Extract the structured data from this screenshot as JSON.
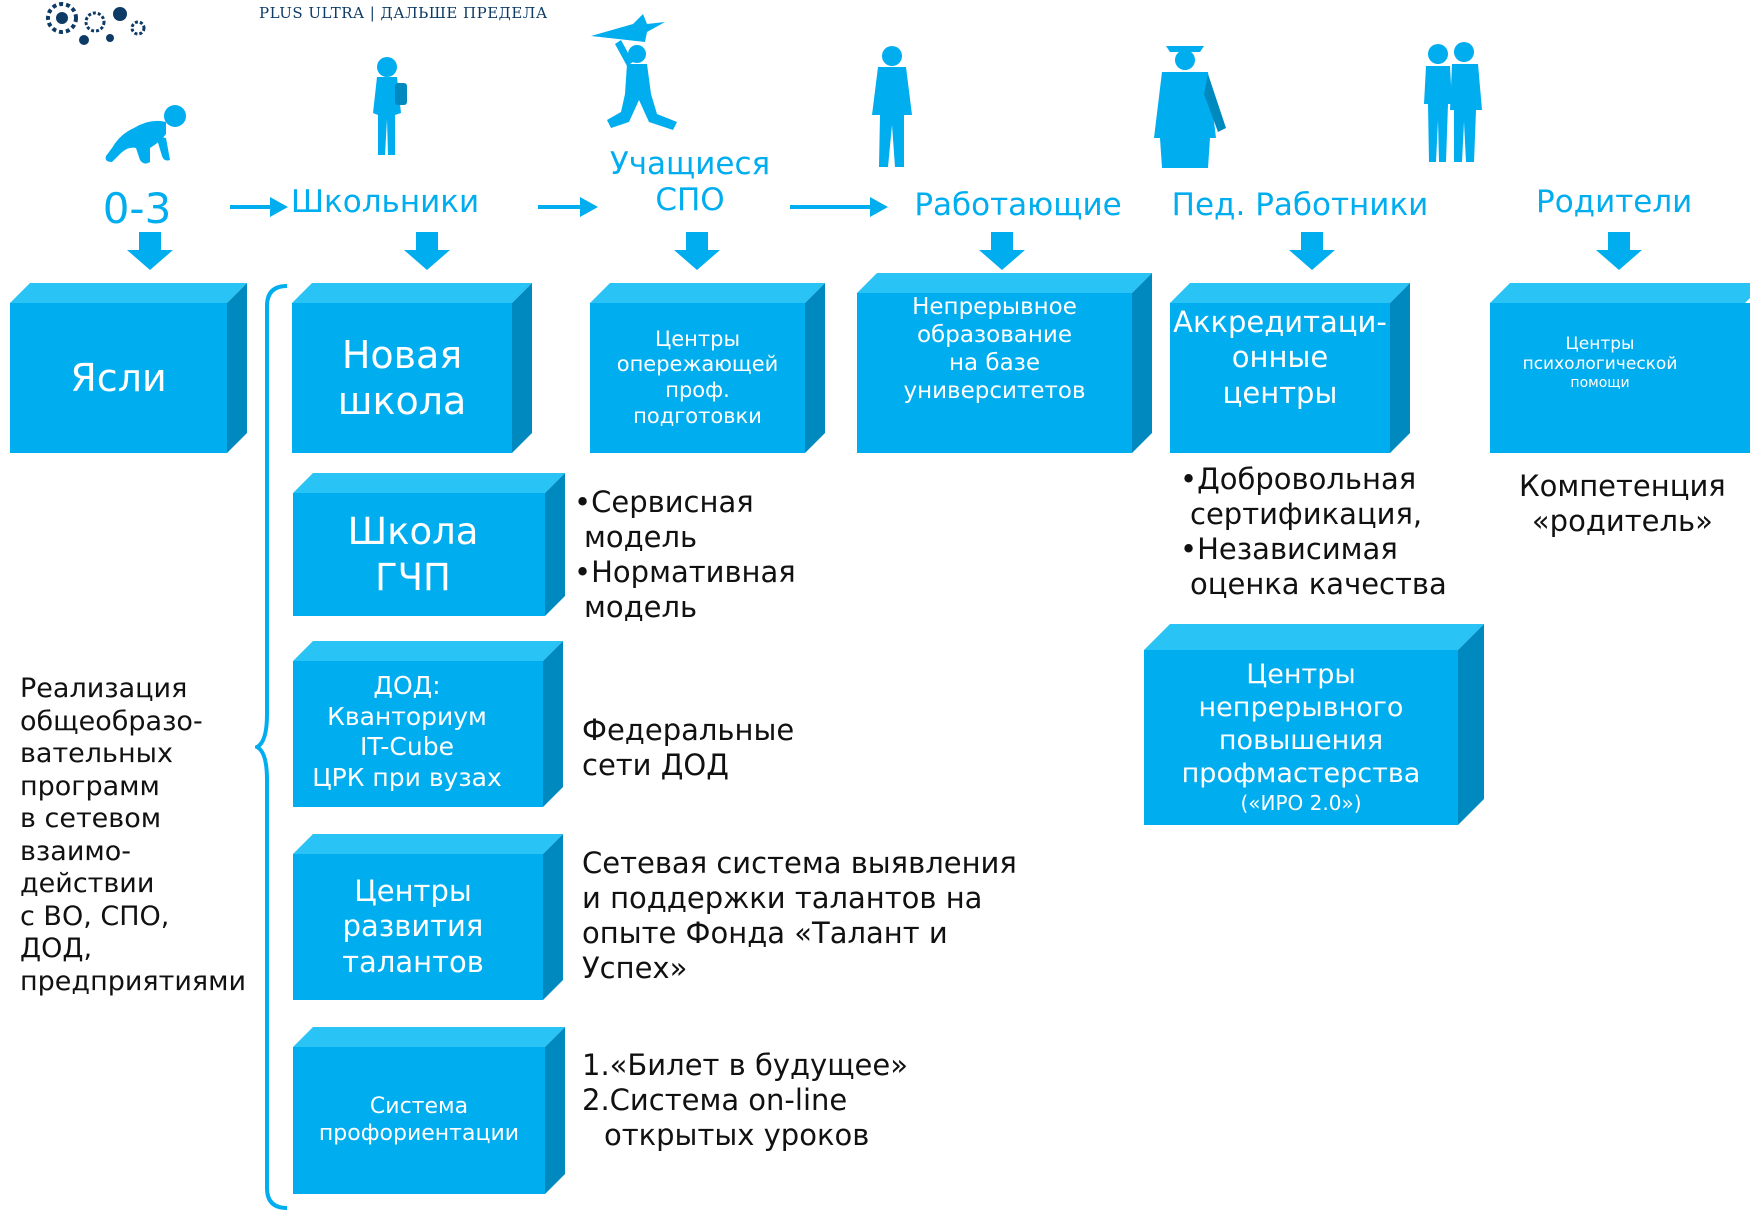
{
  "header": {
    "tagline": "PLUS ULTRA | ДАЛЬШЕ ПРЕДЕЛА"
  },
  "colors": {
    "accent": "#00adef",
    "box_front": "#00adef",
    "box_top": "#2ac3f5",
    "box_side": "#0089bf",
    "text": "#111111"
  },
  "icons": [
    "crawling-baby-icon",
    "schoolchild-icon",
    "boy-with-plane-icon",
    "walking-man-icon",
    "graduate-icon",
    "parents-couple-icon",
    "arrow-right-icon",
    "arrow-down-icon",
    "curly-brace-icon"
  ],
  "categories": [
    {
      "label": "0-3"
    },
    {
      "label": "Школьники"
    },
    {
      "line1": "Учащиеся",
      "line2": "СПО"
    },
    {
      "label": "Работающие"
    },
    {
      "label": "Пед. Работники"
    },
    {
      "label": "Родители"
    }
  ],
  "boxes": {
    "yasli": "Ясли",
    "new_school": [
      "Новая",
      "школа"
    ],
    "spo_centers": [
      "Центры",
      "опережающей",
      "проф.",
      "подготовки"
    ],
    "continuous": [
      "Непрерывное",
      "образование",
      "на базе",
      "университетов"
    ],
    "accreditation": [
      "Аккредитаци-",
      "онные",
      "центры"
    ],
    "psych": [
      "Центры",
      "психологической",
      "помощи"
    ],
    "gchp": [
      "Школа",
      "ГЧП"
    ],
    "dod": [
      "ДОД:",
      "Кванториум",
      "IT-Cube",
      "ЦРК при вузах"
    ],
    "talents": [
      "Центры",
      "развития",
      "талантов"
    ],
    "career": [
      "Система",
      "профориентации"
    ],
    "iro": [
      "Центры",
      "непрерывного",
      "повышения",
      "профмастерства",
      "(«ИРО 2.0»)"
    ]
  },
  "notes": {
    "gchp": [
      "•Сервисная",
      "модель",
      "•Нормативная",
      "модель"
    ],
    "accreditation": [
      "•Добровольная",
      "сертификация,",
      "•Независимая",
      "оценка качества"
    ],
    "parents": [
      "Компетенция",
      "«родитель»"
    ],
    "dod": [
      "Федеральные",
      "сети ДОД"
    ],
    "talents": [
      "Сетевая система выявления",
      "и поддержки талантов на",
      "опыте Фонда «Талант и",
      "Успех»"
    ],
    "career": [
      "1.«Билет в будущее»",
      "2.Система on-line",
      "открытых уроков"
    ]
  },
  "left_text": [
    "Реализация",
    "общеобразо-",
    "вательных",
    "программ",
    "в сетевом",
    "взаимо-",
    "действии",
    "с ВО, СПО,",
    "ДОД,",
    "предприятиями"
  ]
}
